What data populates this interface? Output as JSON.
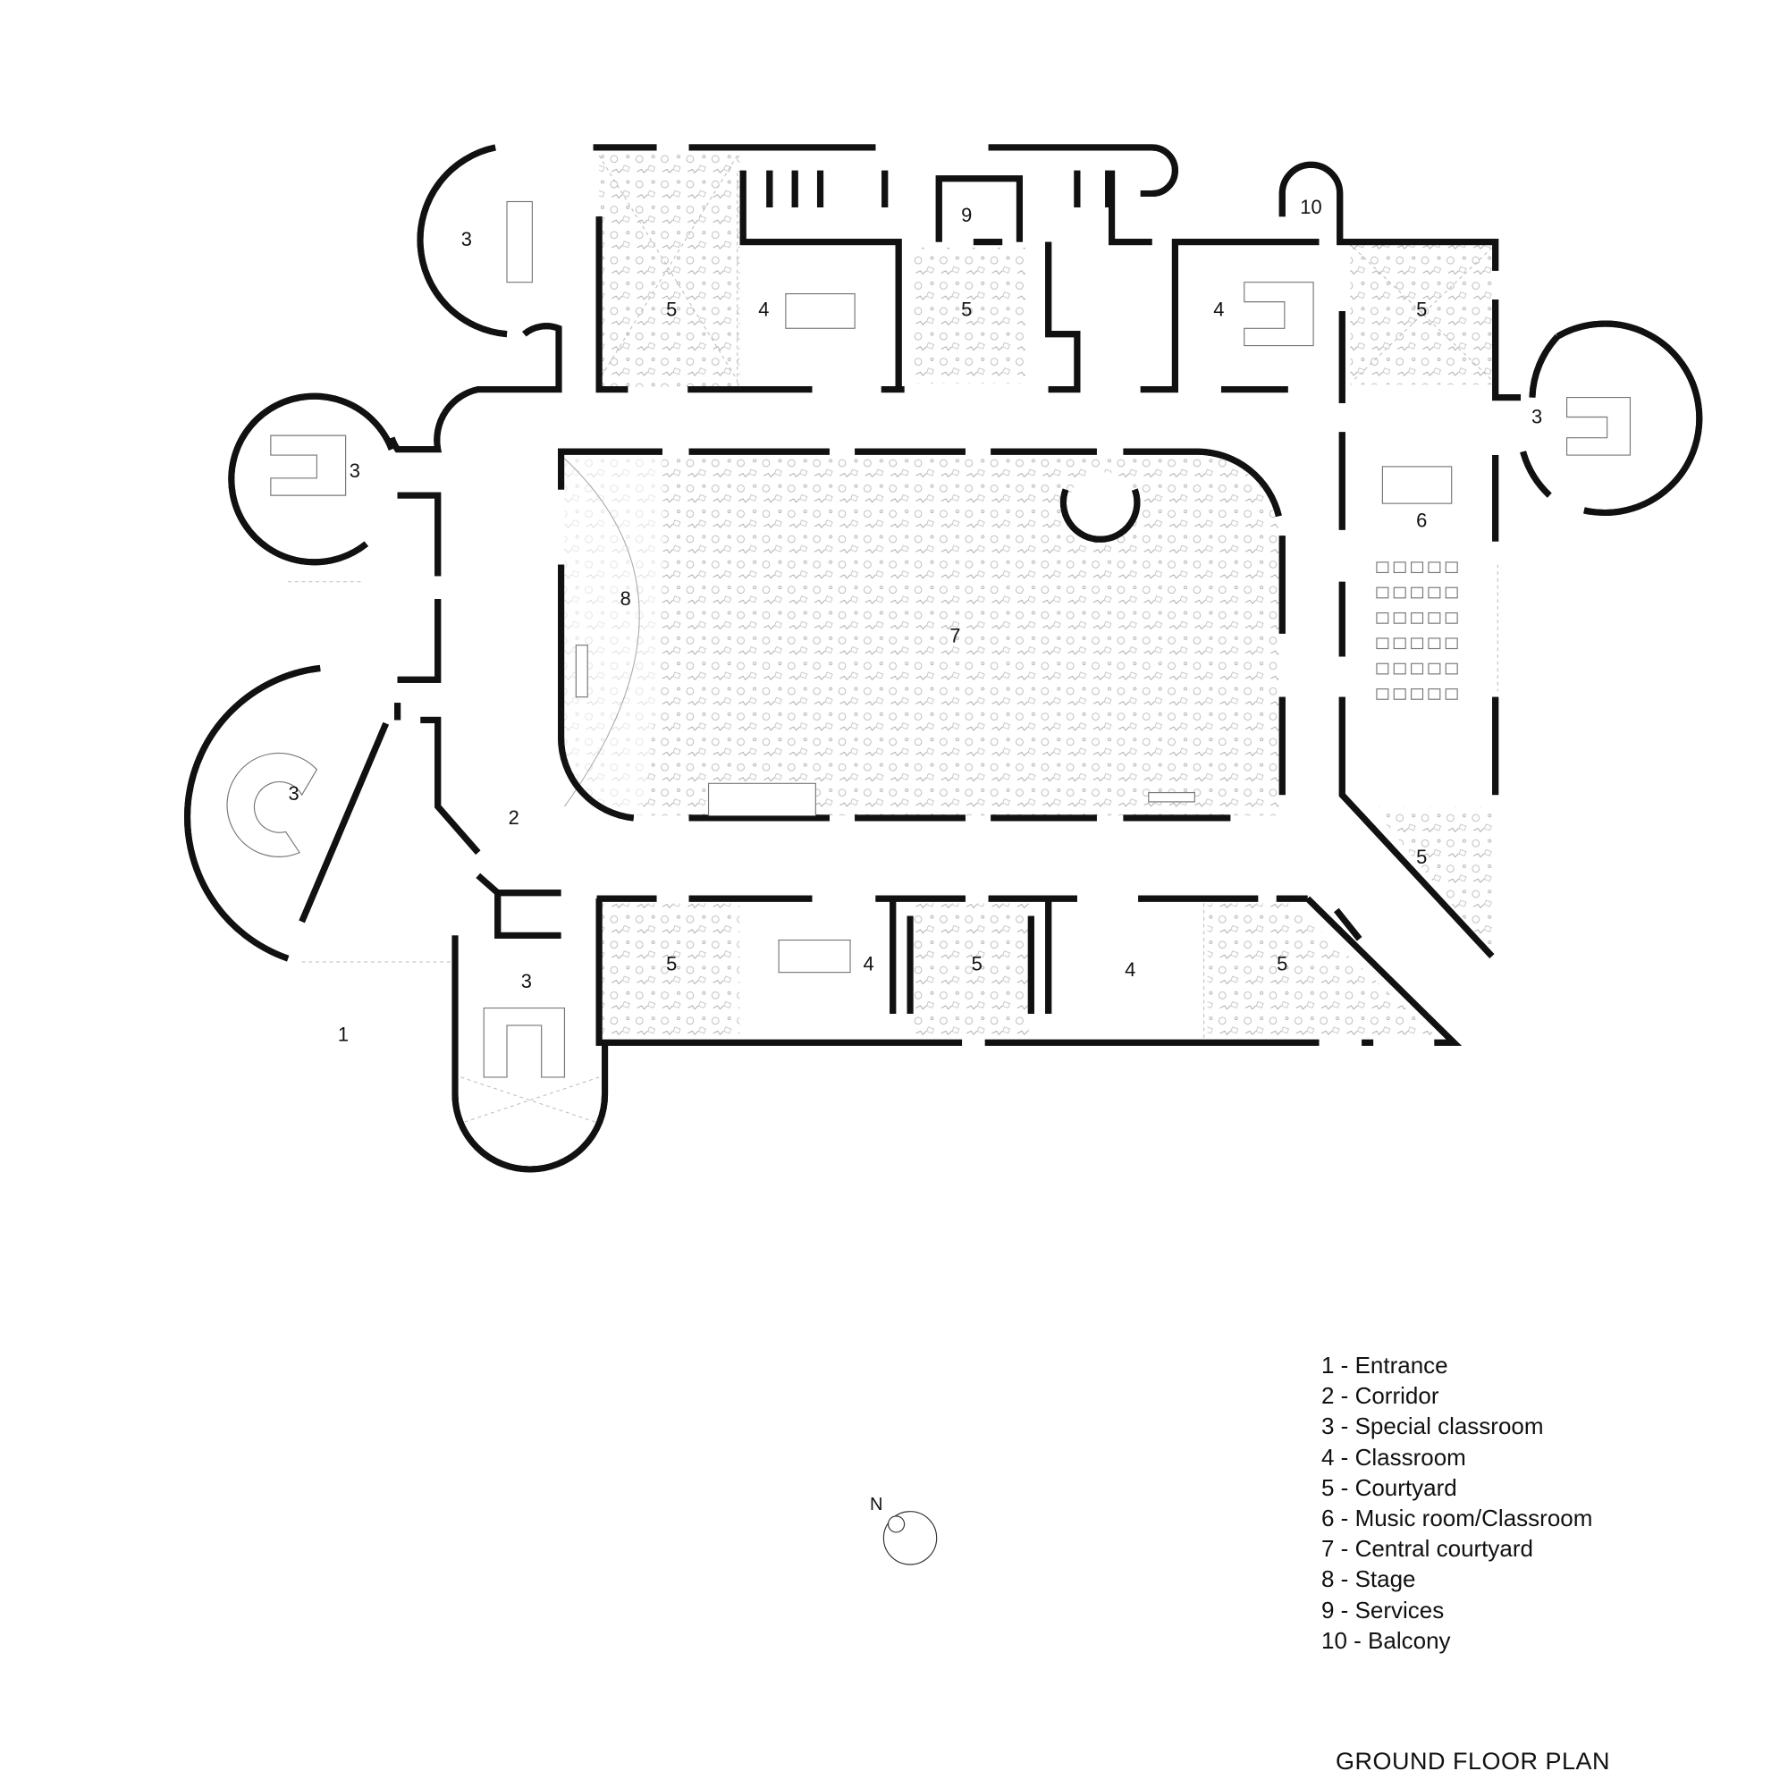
{
  "title": "GROUND FLOOR PLAN",
  "north_label": "N",
  "room_labels": [
    "3",
    "5",
    "4",
    "9",
    "5",
    "4",
    "10",
    "5",
    "3",
    "3",
    "6",
    "8",
    "7",
    "3",
    "2",
    "5",
    "3",
    "5",
    "4",
    "5",
    "4",
    "5",
    "1"
  ],
  "legend": [
    "1 - Entrance",
    "2 - Corridor",
    "3 - Special classroom",
    "4 - Classroom",
    "5 - Courtyard",
    "6 - Music room/Classroom",
    "7 - Central courtyard",
    "8 - Stage",
    "9 - Services",
    "10 - Balcony"
  ]
}
